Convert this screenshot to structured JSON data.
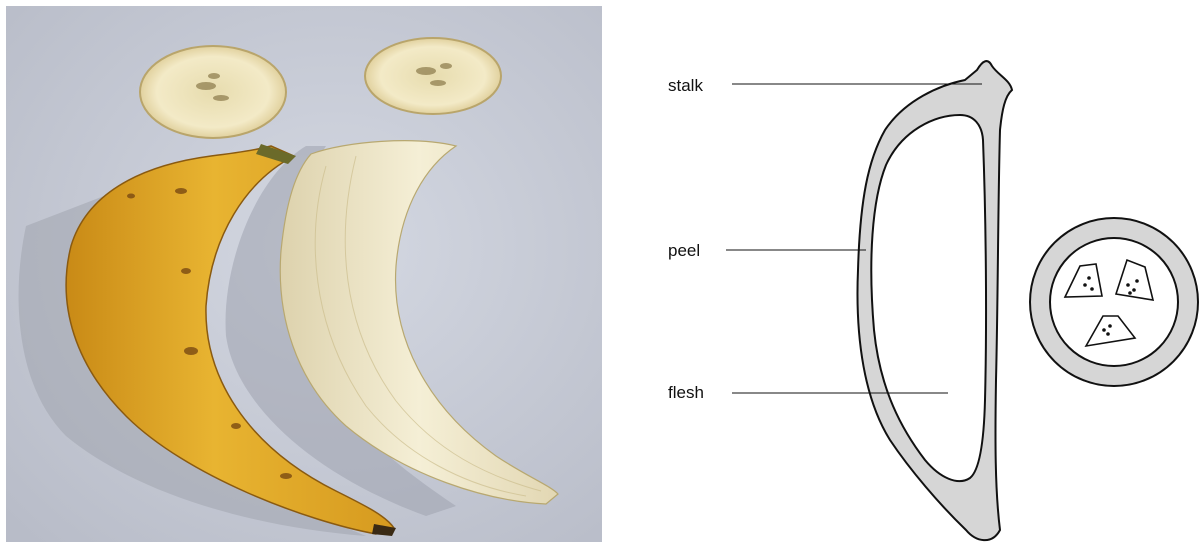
{
  "photo": {
    "background_color": "#c9cdd8",
    "banana_peel_color": "#e2ad2c",
    "banana_flesh_color": "#efe6c6"
  },
  "diagram": {
    "labels": {
      "stalk": "stalk",
      "peel": "peel",
      "flesh": "flesh"
    },
    "peel_fill": "#d6d6d6",
    "outline_color": "#111111"
  }
}
